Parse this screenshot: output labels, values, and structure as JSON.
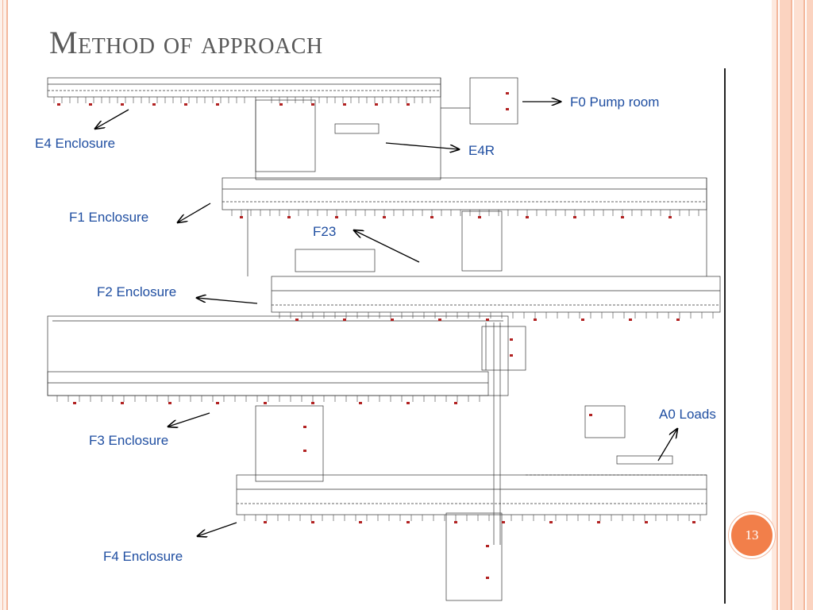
{
  "slide": {
    "title": "Method of approach",
    "page_number": "13"
  },
  "labels": {
    "f0": "F0 Pump room",
    "e4": "E4 Enclosure",
    "e4r": "E4R",
    "f1": "F1 Enclosure",
    "f23": "F23",
    "f2": "F2 Enclosure",
    "a0": "A0 Loads",
    "f3": "F3 Enclosure",
    "f4": "F4 Enclosure"
  },
  "colors": {
    "accent": "#f27f4a",
    "border": "#f4b79c",
    "label": "#1f4ea1",
    "title": "#595959"
  }
}
